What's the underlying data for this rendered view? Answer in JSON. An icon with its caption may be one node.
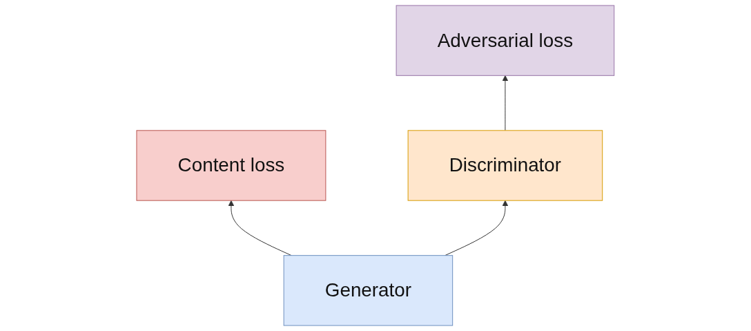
{
  "diagram": {
    "nodes": [
      {
        "text": [
          "Content loss"
        ]
      },
      {
        "text": [
          "Adversarial loss"
        ]
      },
      {
        "text": [
          "Generator"
        ]
      },
      {
        "text": [
          "Discriminator"
        ]
      }
    ],
    "edges": [
      {
        "from": 2,
        "to": 0,
        "arrow": "to"
      },
      {
        "from": 2,
        "to": 3,
        "arrow": "to"
      },
      {
        "from": 3,
        "to": 1,
        "arrow": "to"
      }
    ]
  }
}
